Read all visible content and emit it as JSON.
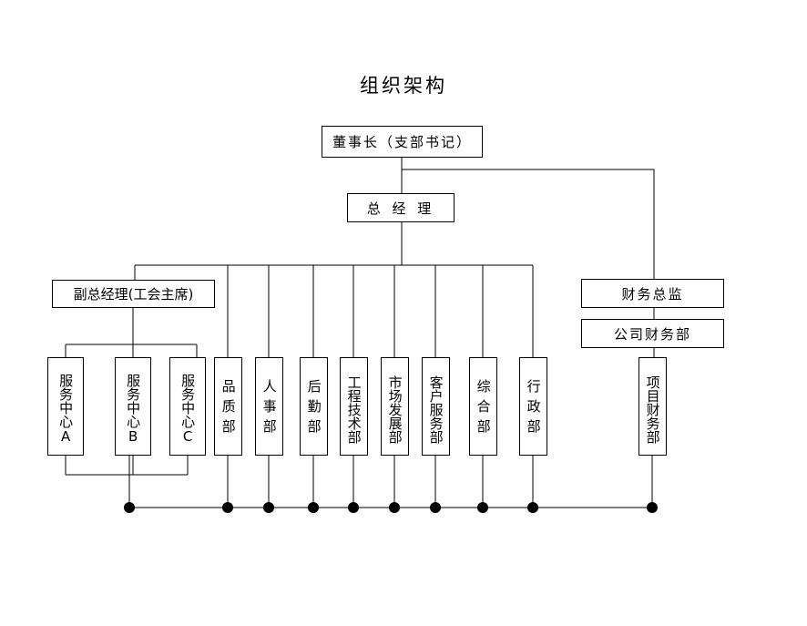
{
  "title": "组织架构",
  "nodes": {
    "chairman": "董事长（支部书记）",
    "general_manager": "总 经 理",
    "deputy_gm": "副总经理(工会主席)",
    "finance_director": "财务总监",
    "company_finance_dept": "公司财务部",
    "service_center_a": "服务中心A",
    "service_center_b": "服务中心B",
    "service_center_c": "服务中心C",
    "quality_dept": "品质部",
    "hr_dept": "人事部",
    "logistics_dept": "后勤部",
    "engineering_dept": "工程技术部",
    "market_dev_dept": "市场发展部",
    "customer_service_dept": "客户服务部",
    "general_affairs_dept": "综合部",
    "admin_dept": "行政部",
    "project_finance_dept": "项目财务部"
  },
  "colors": {
    "line": "#000000",
    "box_border": "#000000",
    "background": "#ffffff",
    "text": "#000000",
    "dot": "#000000"
  },
  "terminal_dots_count": 10
}
